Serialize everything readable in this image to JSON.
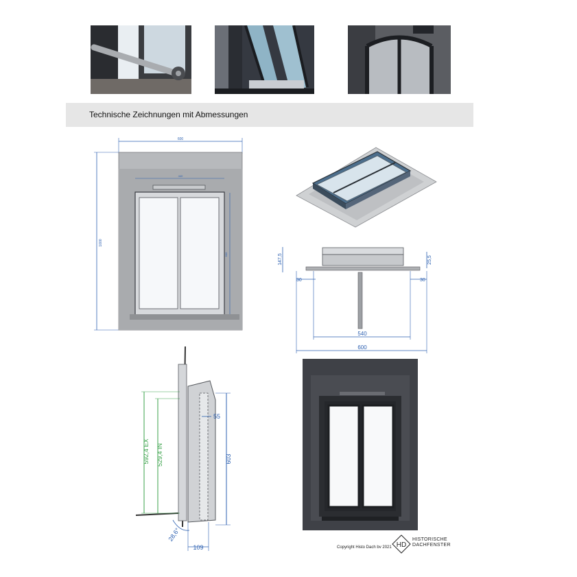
{
  "section": {
    "title": "Technische Zeichnungen mit Abmessungen"
  },
  "front_drawing": {
    "width_label": "600",
    "height_label": "1000",
    "inner_width_label": "440",
    "inner_height_label": "600"
  },
  "side_drawing": {
    "dim_147": "147,5",
    "dim_255": "25,5",
    "dim_30_left": "30",
    "dim_30_right": "30",
    "dim_540": "540",
    "dim_600": "600"
  },
  "section_drawing": {
    "dim_ex": "592,4 EX",
    "dim_in": "529,4 IN",
    "dim_55": "55",
    "dim_603": "603",
    "dim_angle": "28,6°",
    "dim_109": "109"
  },
  "footer": {
    "copyright": "Copyright Histo Dach bv 2021",
    "logo_mark": "HD",
    "logo_line1": "HISTORISCHE",
    "logo_line2": "DACHFENSTER"
  },
  "colors": {
    "dimension_blue": "#2b5fb0",
    "dimension_green": "#3aa24a",
    "frame_dark": "#3a3c42"
  }
}
